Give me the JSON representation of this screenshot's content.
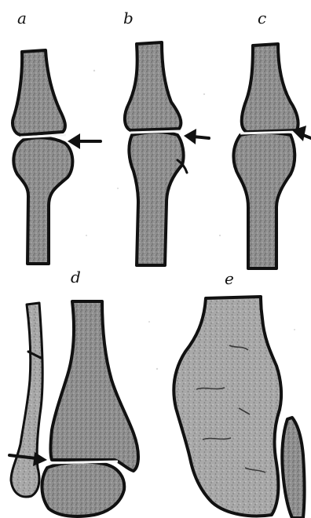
{
  "labels": {
    "a": "a",
    "b": "b",
    "c": "c",
    "d": "d",
    "e": "e"
  },
  "colors": {
    "bone_fill": "#8d8d8d",
    "bone_outline": "#111111",
    "background": "#ffffff",
    "arrow": "#111111"
  }
}
